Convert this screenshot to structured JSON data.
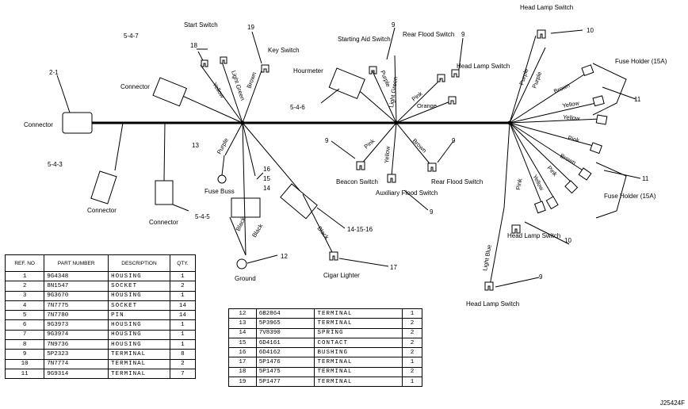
{
  "labels": {
    "connector_main": "Connector",
    "ref_2_1": "2-1",
    "ref_5_4_7": "5-4-7",
    "connector_upper": "Connector",
    "start_switch": "Start Switch",
    "ref_18": "18",
    "ref_19": "19",
    "key_switch": "Key Switch",
    "hourmeter": "Hourmeter",
    "ref_5_4_6": "5-4-6",
    "starting_aid_switch": "Starting Aid Switch",
    "rear_flood_switch_top": "Rear Flood Switch",
    "head_lamp_switch_top": "Head Lamp Switch",
    "head_lamp_switch_center": "Head Lamp Switch",
    "fuse_holder_top": "Fuse Holder (15A)",
    "fuse_holder_bottom": "Fuse Holder (15A)",
    "ref_5_4_3": "5-4-3",
    "connector_lower_left": "Connector",
    "connector_lower": "Connector",
    "ref_5_4_5": "5-4-5",
    "ref_13": "13",
    "fuse_buss": "Fuse Buss",
    "ref_16": "16",
    "ref_15": "15",
    "ref_14": "14",
    "ref_14_15_16": "14-15-16",
    "ref_12": "12",
    "ground": "Ground",
    "cigar_lighter": "Cigar Lighter",
    "ref_17": "17",
    "beacon_switch": "Beacon Switch",
    "auxiliary_flood_switch": "Auxiliary Flood Switch",
    "rear_flood_switch_bottom": "Rear Flood Switch",
    "head_lamp_switch_bottom_right": "Head Lamp Switch",
    "head_lamp_switch_bottom": "Head Lamp Switch",
    "ref_9": "9",
    "ref_10": "10",
    "ref_11": "11",
    "drawing_no": "J25424F"
  },
  "wires": {
    "yellow": "Yellow",
    "light_green": "Light Green",
    "brown": "Brown",
    "purple": "Purple",
    "black": "Black",
    "pink": "Pink",
    "orange": "Orange",
    "light_blue": "Light Blue"
  },
  "table_headers": {
    "ref_no": "REF. NO",
    "part_number": "PART NUMBER",
    "description": "DESCRIPTION",
    "qty": "QTY."
  },
  "parts_table_1": [
    {
      "ref": "1",
      "part": "9G4348",
      "desc": "HOUSING",
      "qty": "1"
    },
    {
      "ref": "2",
      "part": "8N1547",
      "desc": "SOCKET",
      "qty": "2"
    },
    {
      "ref": "3",
      "part": "9G3670",
      "desc": "HOUSING",
      "qty": "1"
    },
    {
      "ref": "4",
      "part": "7N7775",
      "desc": "SOCKET",
      "qty": "14"
    },
    {
      "ref": "5",
      "part": "7N7780",
      "desc": "PIN",
      "qty": "14"
    },
    {
      "ref": "6",
      "part": "9G3973",
      "desc": "HOUSING",
      "qty": "1"
    },
    {
      "ref": "7",
      "part": "9G3974",
      "desc": "HOUSING",
      "qty": "1"
    },
    {
      "ref": "8",
      "part": "7N9736",
      "desc": "HOUSING",
      "qty": "1"
    },
    {
      "ref": "9",
      "part": "5P2323",
      "desc": "TERMINAL",
      "qty": "8"
    },
    {
      "ref": "10",
      "part": "7N7774",
      "desc": "TERMINAL",
      "qty": "2"
    },
    {
      "ref": "11",
      "part": "9G9314",
      "desc": "TERMINAL",
      "qty": "7"
    }
  ],
  "parts_table_2": [
    {
      "ref": "12",
      "part": "6B2864",
      "desc": "TERMINAL",
      "qty": "1"
    },
    {
      "ref": "13",
      "part": "5P3965",
      "desc": "TERMINAL",
      "qty": "2"
    },
    {
      "ref": "14",
      "part": "7V8390",
      "desc": "SPRING",
      "qty": "2"
    },
    {
      "ref": "15",
      "part": "6D4161",
      "desc": "CONTACT",
      "qty": "2"
    },
    {
      "ref": "16",
      "part": "6D4162",
      "desc": "BUSHING",
      "qty": "2"
    },
    {
      "ref": "17",
      "part": "5P1476",
      "desc": "TERMINAL",
      "qty": "1"
    },
    {
      "ref": "18",
      "part": "5P1475",
      "desc": "TERMINAL",
      "qty": "2"
    },
    {
      "ref": "19",
      "part": "5P1477",
      "desc": "TERMINAL",
      "qty": "1"
    }
  ]
}
